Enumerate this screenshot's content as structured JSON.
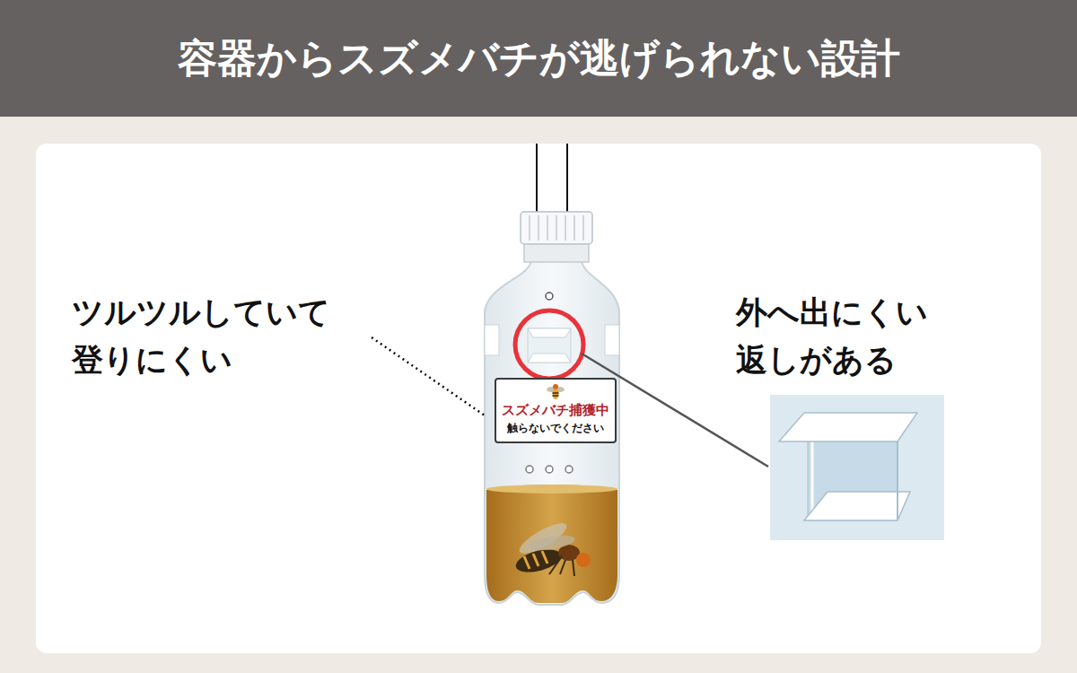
{
  "diagram": {
    "title": "容器からスズメバチが逃げられない設計",
    "nodes": [
      {
        "text": [
          "スズメバチ捕獲中",
          "触らないでください"
        ]
      }
    ],
    "labels": [
      "ツルツルしていて 登りにくい",
      "外へ出にくい 返しがある"
    ]
  }
}
